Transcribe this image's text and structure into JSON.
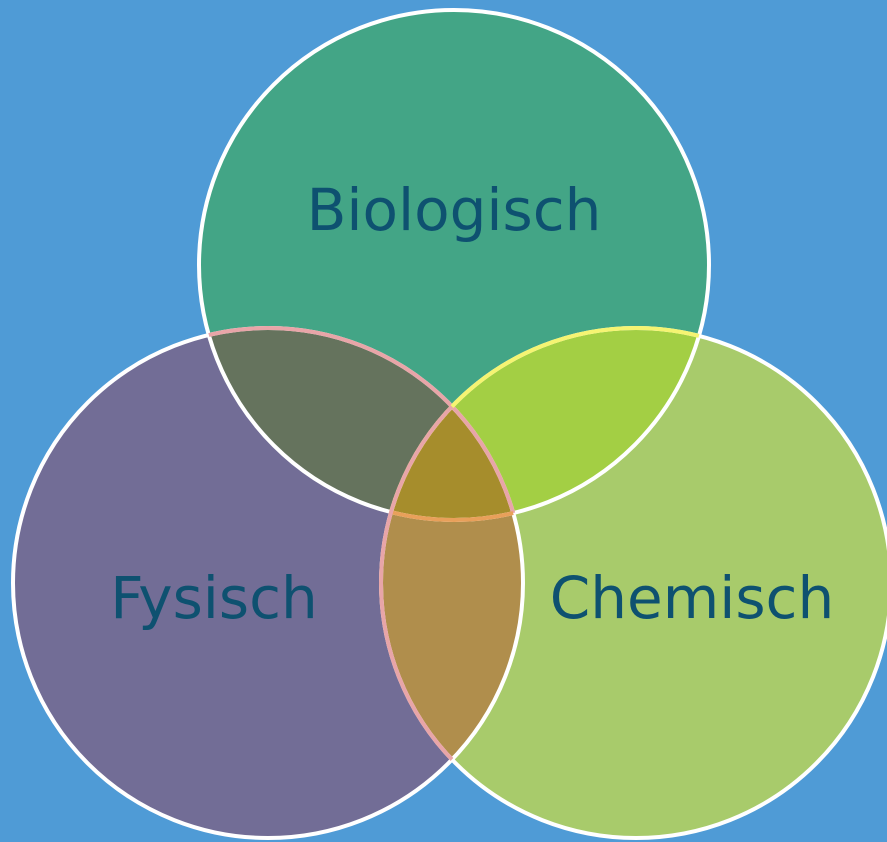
{
  "diagram": {
    "type": "venn-3",
    "background_color": "#4F9BD6",
    "label_color": "#0E5170",
    "outline_color": "#FFFFFF",
    "sets": [
      {
        "key": "bio",
        "label": "Biologisch",
        "color": "#43A586"
      },
      {
        "key": "fys",
        "label": "Fysisch",
        "color": "#726D96"
      },
      {
        "key": "chem",
        "label": "Chemisch",
        "color": "#A8CB6B"
      }
    ],
    "overlaps": [
      {
        "sets": [
          "bio",
          "fys"
        ],
        "color": "#65735D"
      },
      {
        "sets": [
          "bio",
          "chem"
        ],
        "color": "#A3CF44"
      },
      {
        "sets": [
          "fys",
          "chem"
        ],
        "color": "#B08E4C"
      },
      {
        "sets": [
          "bio",
          "fys",
          "chem"
        ],
        "color": "#A68D2C"
      }
    ],
    "overlap_edge_colors": {
      "fys_in_bio": "#E8A5A8",
      "chem_in_bio": "#F5F472",
      "bio_in_fys_chem": "#E8A05A"
    }
  }
}
